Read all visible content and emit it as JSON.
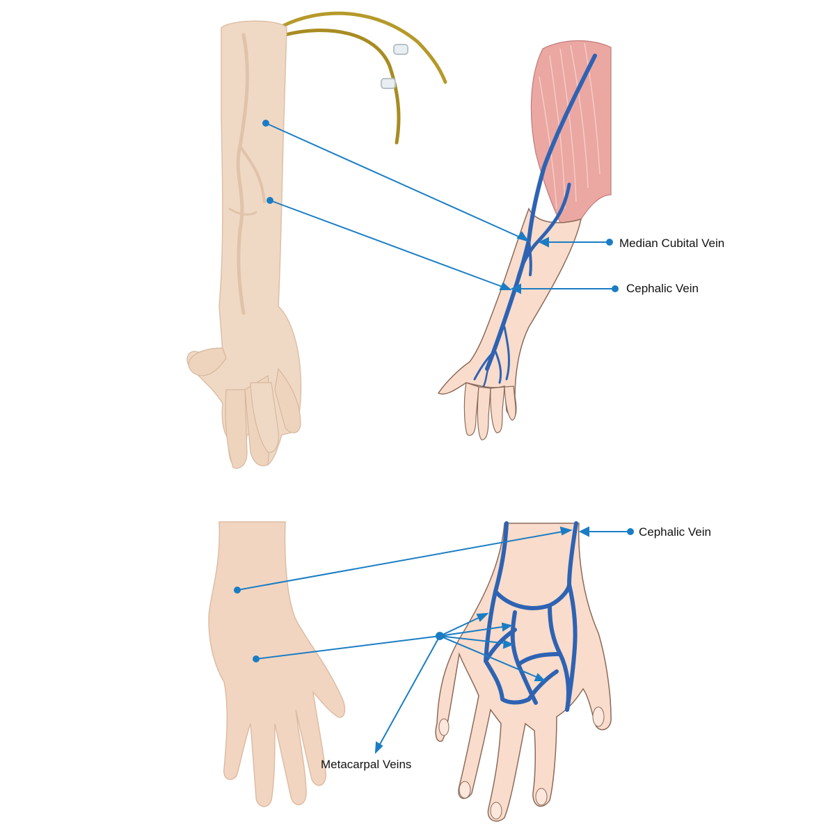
{
  "labels": {
    "median_cubital_vein": "Median Cubital Vein",
    "cephalic_vein_arm": "Cephalic Vein",
    "cephalic_vein_hand": "Cephalic Vein",
    "metacarpal_veins": "Metacarpal Veins"
  },
  "colors": {
    "leader_line": "#1a7dc4",
    "vein": "#2e63b3",
    "vein_outline": "#1d3f80",
    "model_skin": "#f0d9c4",
    "model_skin_shadow": "#dcbfa6",
    "drawing_skin": "#f9dccb",
    "drawing_outline": "#8a6a5a",
    "muscle": "#eba7a2",
    "tube": "#b59a2a"
  },
  "icons": {
    "iv_tube": "iv-tube-icon"
  }
}
